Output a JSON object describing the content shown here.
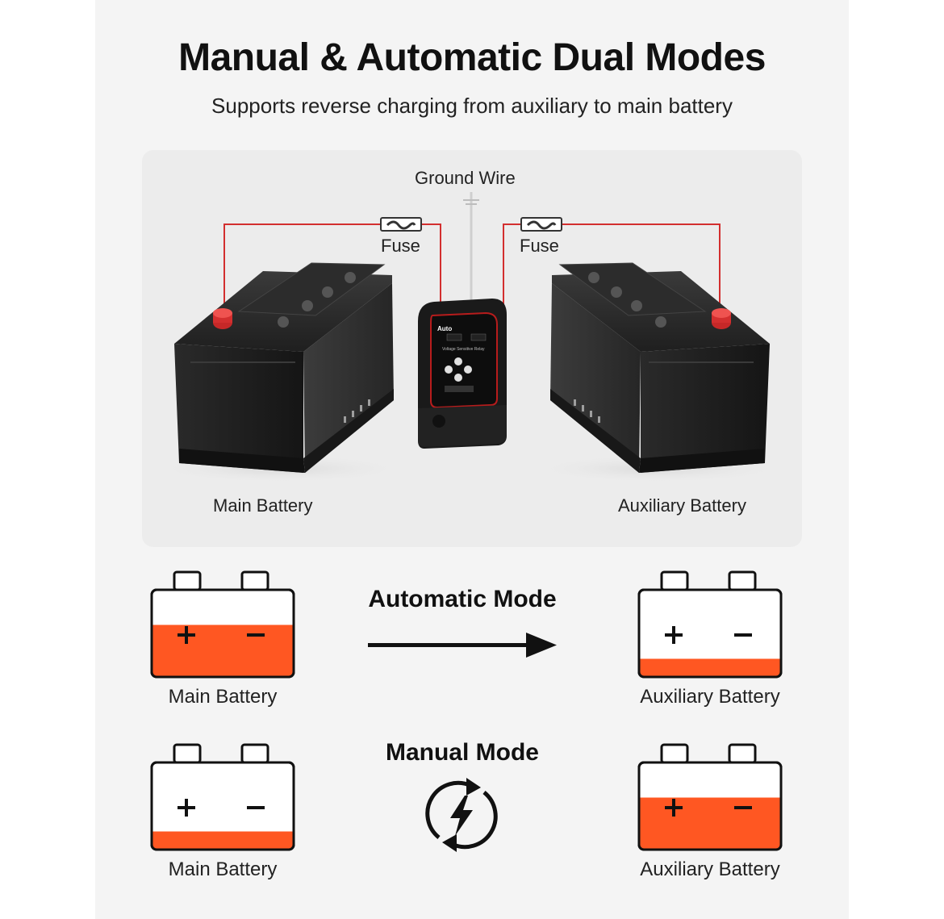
{
  "header": {
    "title": "Manual & Automatic Dual Modes",
    "subtitle": "Supports reverse charging from auxiliary to main battery"
  },
  "diagram": {
    "ground_wire_label": "Ground Wire",
    "fuse_left_label": "Fuse",
    "fuse_right_label": "Fuse",
    "main_battery_label": "Main Battery",
    "aux_battery_label": "Auxiliary Battery",
    "device_brand": "Auto",
    "device_caption": "Voltage Sensitive Relay"
  },
  "modes": {
    "automatic": {
      "title": "Automatic Mode",
      "left_label": "Main Battery",
      "right_label": "Auxiliary Battery",
      "left_charge_level": 0.6,
      "right_charge_level": 0.2
    },
    "manual": {
      "title": "Manual Mode",
      "left_label": "Main Battery",
      "right_label": "Auxiliary Battery",
      "left_charge_level": 0.2,
      "right_charge_level": 0.6
    }
  },
  "colors": {
    "charge": "#ff5722",
    "wire": "#d32f2f",
    "outline": "#111111"
  }
}
